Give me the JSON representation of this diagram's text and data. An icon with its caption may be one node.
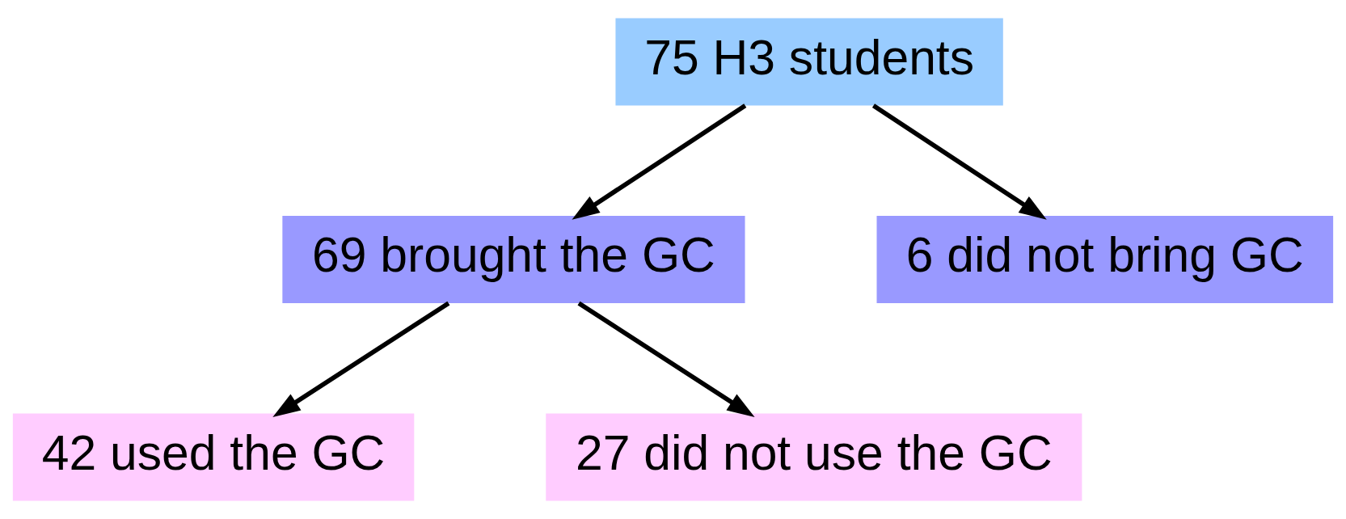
{
  "diagram": {
    "nodes": [
      {
        "text": [
          "75 H3 students"
        ]
      },
      {
        "text": [
          "69 brought the GC"
        ]
      },
      {
        "text": [
          "6 did not bring GC"
        ]
      },
      {
        "text": [
          "42 used the GC"
        ]
      },
      {
        "text": [
          "27 did not use the GC"
        ]
      }
    ],
    "edges": [
      {
        "from": 0,
        "to": 1,
        "arrow": "to"
      },
      {
        "from": 0,
        "to": 2,
        "arrow": "to"
      },
      {
        "from": 1,
        "to": 3,
        "arrow": "to"
      },
      {
        "from": 1,
        "to": 4,
        "arrow": "to"
      }
    ]
  }
}
